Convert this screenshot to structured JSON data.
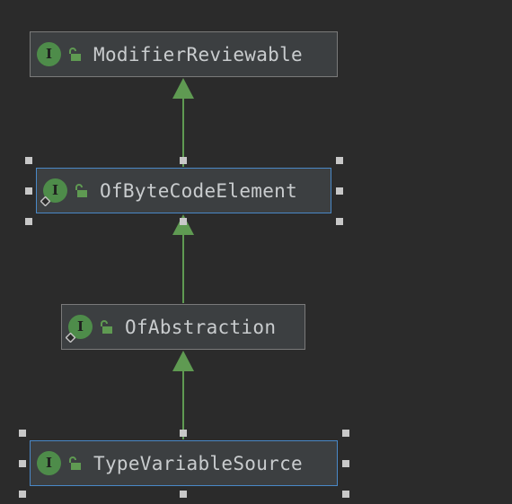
{
  "diagram": {
    "nodes": [
      {
        "id": "modifier-reviewable",
        "label": "ModifierReviewable",
        "kind_icon": "interface-icon",
        "icon_letter": "I",
        "visibility_icon": "public-lock-icon",
        "selected": false,
        "static_badge": false
      },
      {
        "id": "of-byte-code-element",
        "label": "OfByteCodeElement",
        "kind_icon": "interface-icon",
        "icon_letter": "I",
        "visibility_icon": "public-lock-icon",
        "selected": true,
        "static_badge": true
      },
      {
        "id": "of-abstraction",
        "label": "OfAbstraction",
        "kind_icon": "interface-icon",
        "icon_letter": "I",
        "visibility_icon": "public-lock-icon",
        "selected": false,
        "static_badge": true
      },
      {
        "id": "type-variable-source",
        "label": "TypeVariableSource",
        "kind_icon": "interface-icon",
        "icon_letter": "I",
        "visibility_icon": "public-lock-icon",
        "selected": true,
        "static_badge": false
      }
    ],
    "edges": [
      {
        "from": "of-byte-code-element",
        "to": "modifier-reviewable",
        "type": "extends"
      },
      {
        "from": "of-abstraction",
        "to": "of-byte-code-element",
        "type": "extends"
      },
      {
        "from": "type-variable-source",
        "to": "of-abstraction",
        "type": "extends"
      }
    ],
    "colors": {
      "background": "#2b2b2b",
      "node_fill": "#3c3f41",
      "node_border": "#7a7a7a",
      "selected_border": "#4a88c7",
      "edge": "#5f9a52",
      "icon": "#4e8c4a",
      "text": "#c9ccce",
      "handle": "#c8c8c8"
    }
  }
}
